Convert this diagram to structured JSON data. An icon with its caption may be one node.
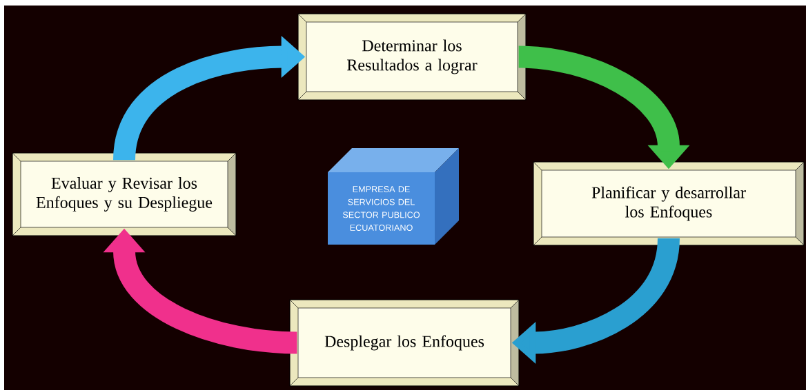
{
  "diagram": {
    "nodes": [
      {
        "text": [
          "Determinar los Resultados a lograr"
        ]
      },
      {
        "text": [
          "Evaluar y Revisar los Enfoques y su Despliegue"
        ]
      },
      {
        "text": [
          "EMPRESA DE SERVICIOS DEL SECTOR PUBLICO ECUATORIANO"
        ]
      },
      {
        "text": [
          "Planificar y desarrollar los Enfoques"
        ]
      },
      {
        "text": [
          "Desplegar los Enfoques"
        ]
      }
    ],
    "edges": [
      {
        "from": 0,
        "to": 3,
        "arrow": "to",
        "color": "#3fbf4a"
      },
      {
        "from": 3,
        "to": 4,
        "arrow": "to",
        "color": "#2a9fd0"
      },
      {
        "from": 4,
        "to": 1,
        "arrow": "to",
        "color": "#f0308c"
      },
      {
        "from": 1,
        "to": 0,
        "arrow": "to",
        "color": "#3cb4ec"
      }
    ]
  }
}
